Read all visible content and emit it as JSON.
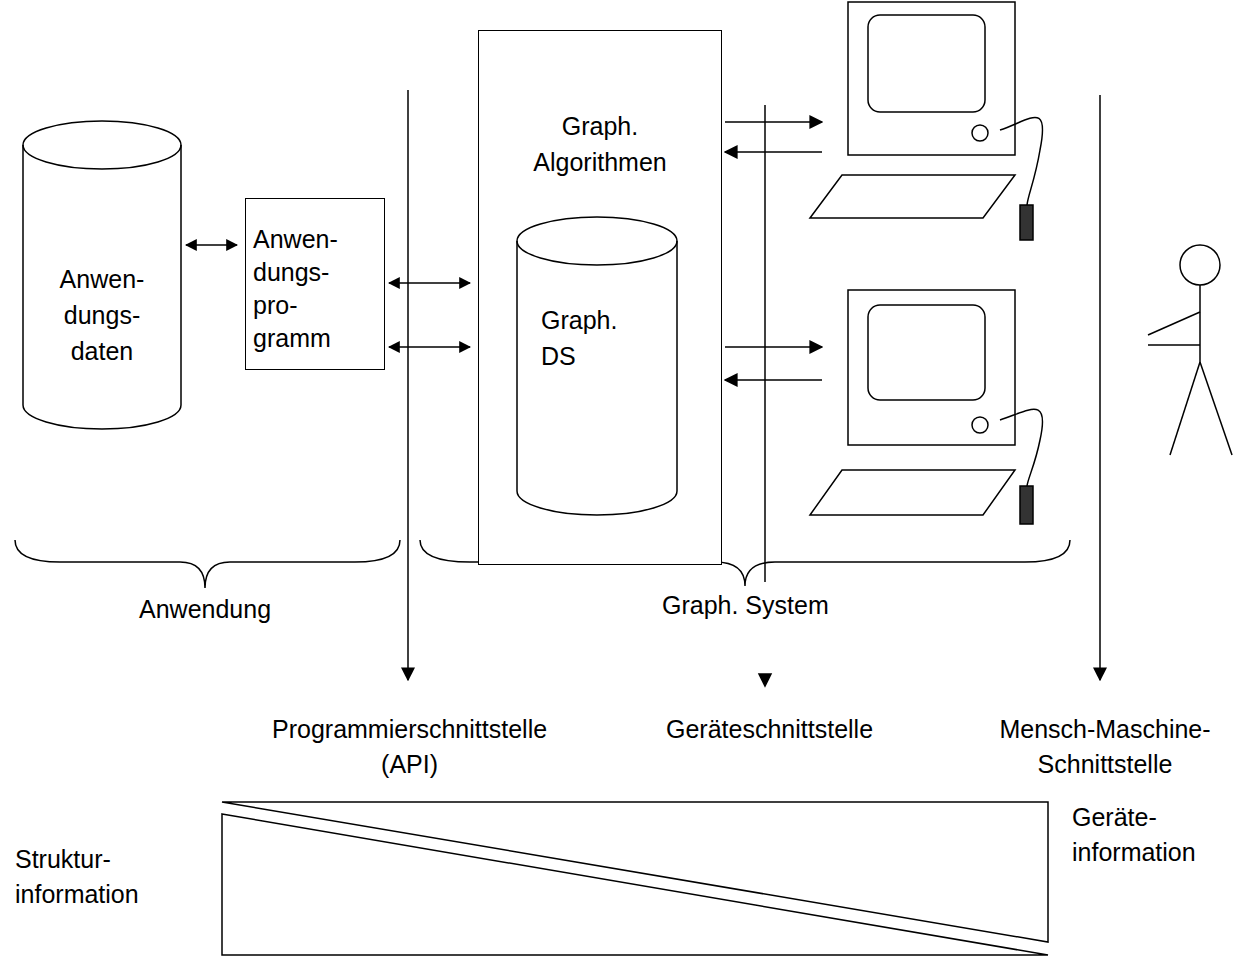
{
  "diagram": {
    "nodes": [
      {
        "text": [
          "Anwen- dungs- daten"
        ]
      },
      {
        "text": [
          "Anwen- dungs- pro- gramm"
        ]
      },
      {
        "text": [
          "Graph. Algorithmen"
        ]
      },
      {
        "text": [
          "Graph. DS"
        ],
        "in": 2
      }
    ],
    "edges": [
      {
        "from": 0,
        "to": 1,
        "arrow": "both"
      },
      {
        "from": 1,
        "to": 2,
        "arrow": "both"
      },
      {
        "from": 1,
        "to": 2,
        "arrow": "both"
      }
    ],
    "labels": [
      "Anwendung",
      "Graph. System",
      "Programmierschnittstelle (API)",
      "Geräteschnittstelle",
      "Mensch-Maschine-Schnittstelle",
      "Struktur- information",
      "Geräte- information"
    ]
  }
}
